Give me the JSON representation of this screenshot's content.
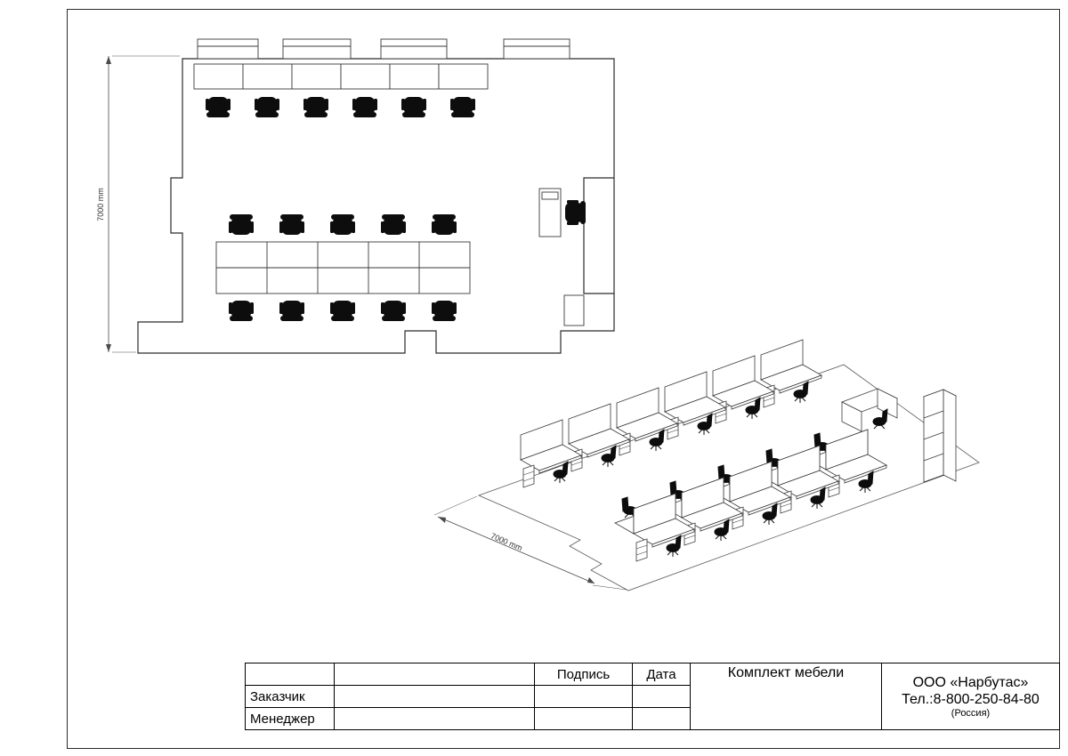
{
  "plan": {
    "dimension_label": "7000 mm"
  },
  "iso": {
    "dimension_label": "7000 mm"
  },
  "title_block": {
    "signature_header": "Подпись",
    "date_header": "Дата",
    "set_title": "Комплект мебели",
    "customer_label": "Заказчик",
    "manager_label": "Менеджер",
    "company": {
      "name": "ООО «Нарбутас»",
      "phone": "Тел.:8-800-250-84-80",
      "country": "(Россия)"
    }
  }
}
